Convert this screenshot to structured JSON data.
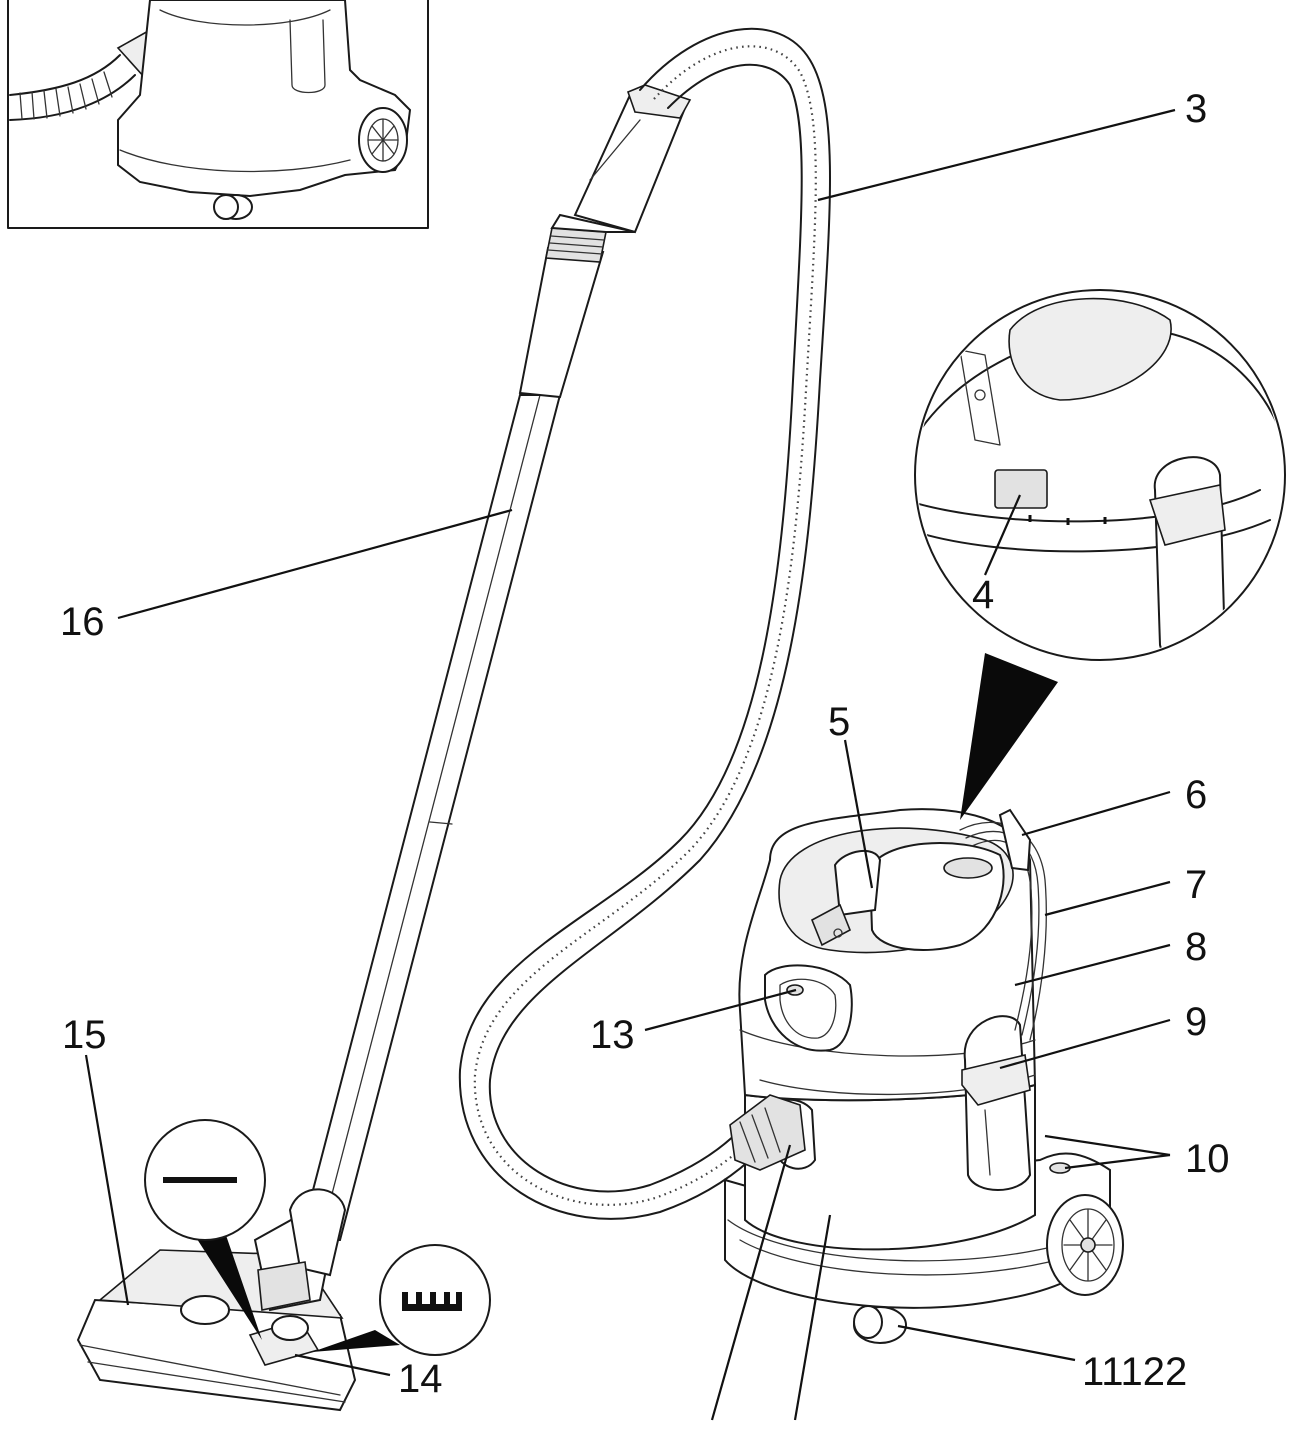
{
  "labels": {
    "3": "3",
    "4": "4",
    "5": "5",
    "6": "6",
    "7": "7",
    "8": "8",
    "9": "9",
    "10": "10",
    "11122": "11122",
    "13": "13",
    "14": "14",
    "15": "15",
    "16": "16"
  },
  "icons": {
    "hard_floor_symbol": "horizontal-bar-icon",
    "brush_symbol": "brush-bristles-icon"
  }
}
